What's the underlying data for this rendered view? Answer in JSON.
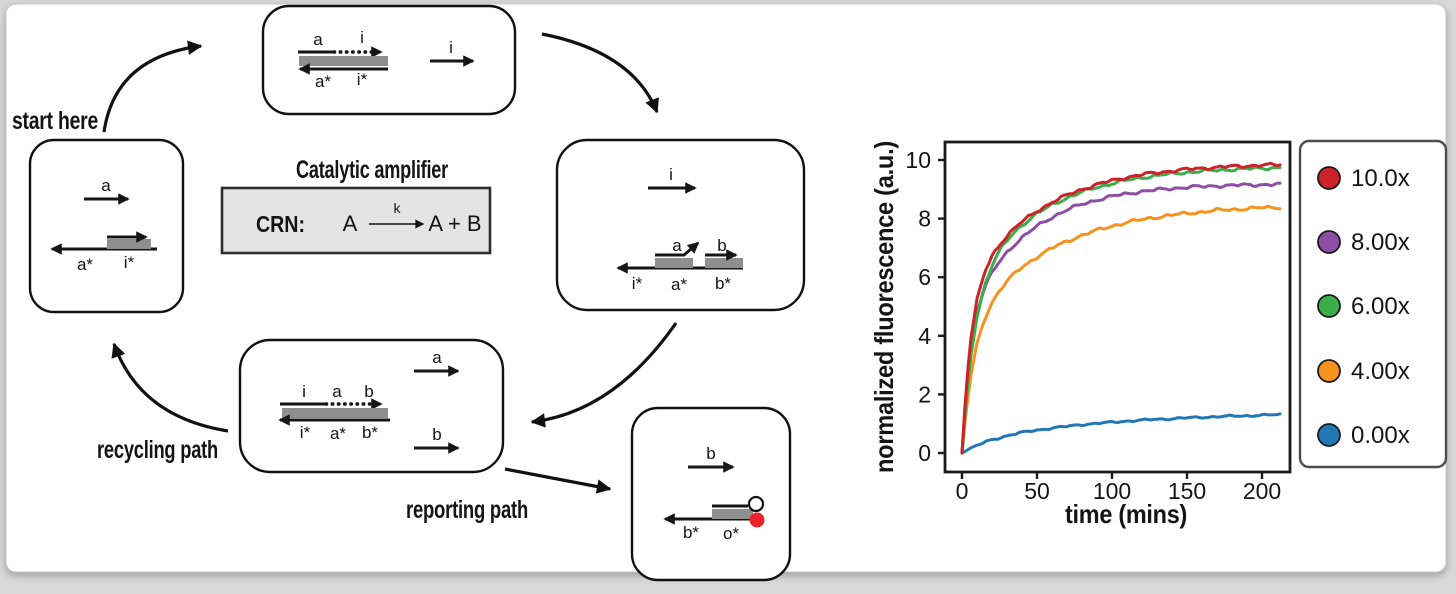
{
  "window": {
    "background": "#d9d9d9",
    "card_background": "#ffffff"
  },
  "diagram": {
    "labels": {
      "start_here": "start here",
      "recycling_path": "recycling path",
      "reporting_path": "reporting path",
      "amplifier_title": "Catalytic amplifier"
    },
    "crn": {
      "prefix": "CRN:",
      "reactant": "A",
      "rate_constant": "k",
      "product": "A + B"
    },
    "colors": {
      "duplex_gray": "#8f8f8f",
      "quencher_red": "#e8232a"
    },
    "start_box": {
      "strand_a": "a",
      "strand_a_comp": "a*",
      "strand_i_comp": "i*"
    },
    "top_box": {
      "strand_a": "a",
      "strand_i": "i",
      "strand_a_comp": "a*",
      "strand_i_comp": "i*",
      "free_i": "i"
    },
    "right_box": {
      "free_i": "i",
      "strand_a": "a",
      "strand_b": "b",
      "strand_i_comp": "i*",
      "strand_a_comp": "a*",
      "strand_b_comp": "b*"
    },
    "recycle_box": {
      "strand_i": "i",
      "strand_a": "a",
      "strand_b": "b",
      "strand_i_comp": "i*",
      "strand_a_comp": "a*",
      "strand_b_comp": "b*",
      "free_a": "a",
      "free_b": "b"
    },
    "reporter_box": {
      "free_b": "b",
      "strand_b_comp": "b*",
      "strand_o_comp": "o*"
    }
  },
  "chart_data": {
    "type": "line",
    "title": "",
    "xlabel": "time (mins)",
    "ylabel": "normalized fluorescence (a.u.)",
    "xlim": [
      -11,
      220
    ],
    "ylim": [
      -0.55,
      10.55
    ],
    "xticks": [
      0,
      50,
      100,
      150,
      200
    ],
    "yticks": [
      0,
      2,
      4,
      6,
      8,
      10
    ],
    "grid": false,
    "legend_position": "right-outside",
    "x": [
      0,
      3,
      6,
      10,
      15,
      20,
      25,
      30,
      35,
      40,
      50,
      60,
      70,
      80,
      90,
      100,
      110,
      120,
      130,
      140,
      150,
      160,
      170,
      180,
      190,
      200,
      206,
      212
    ],
    "series": [
      {
        "label": "10.0x",
        "color": "#cb2329",
        "values": [
          0,
          2.4,
          3.95,
          5.22,
          6.15,
          6.72,
          7.11,
          7.42,
          7.67,
          7.89,
          8.26,
          8.56,
          8.8,
          9.0,
          9.16,
          9.3,
          9.41,
          9.5,
          9.57,
          9.63,
          9.68,
          9.72,
          9.75,
          9.78,
          9.8,
          9.82,
          9.83,
          9.84
        ]
      },
      {
        "label": "8.00x",
        "color": "#8d4fa6",
        "values": [
          0,
          2.32,
          3.72,
          4.83,
          5.63,
          6.15,
          6.53,
          6.85,
          7.12,
          7.35,
          7.74,
          8.05,
          8.3,
          8.49,
          8.64,
          8.76,
          8.85,
          8.93,
          8.98,
          9.03,
          9.07,
          9.09,
          9.12,
          9.13,
          9.15,
          9.16,
          9.16,
          9.17
        ]
      },
      {
        "label": "6.00x",
        "color": "#3bad49",
        "values": [
          0,
          1.94,
          3.34,
          4.65,
          5.71,
          6.4,
          6.89,
          7.25,
          7.54,
          7.78,
          8.17,
          8.47,
          8.71,
          8.91,
          9.07,
          9.2,
          9.31,
          9.4,
          9.47,
          9.53,
          9.58,
          9.62,
          9.65,
          9.68,
          9.7,
          9.72,
          9.73,
          9.74
        ]
      },
      {
        "label": "4.00x",
        "color": "#f6921e",
        "values": [
          0,
          1.54,
          2.66,
          3.71,
          4.57,
          5.14,
          5.55,
          5.86,
          6.12,
          6.34,
          6.7,
          6.99,
          7.23,
          7.43,
          7.6,
          7.75,
          7.87,
          7.97,
          8.05,
          8.12,
          8.18,
          8.23,
          8.28,
          8.31,
          8.34,
          8.37,
          8.38,
          8.39
        ]
      },
      {
        "label": "0.00x",
        "color": "#2278b5",
        "values": [
          0,
          0.09,
          0.17,
          0.26,
          0.36,
          0.45,
          0.52,
          0.59,
          0.65,
          0.7,
          0.78,
          0.85,
          0.91,
          0.97,
          1.01,
          1.05,
          1.09,
          1.12,
          1.15,
          1.17,
          1.2,
          1.22,
          1.24,
          1.26,
          1.27,
          1.29,
          1.3,
          1.31
        ]
      }
    ]
  }
}
